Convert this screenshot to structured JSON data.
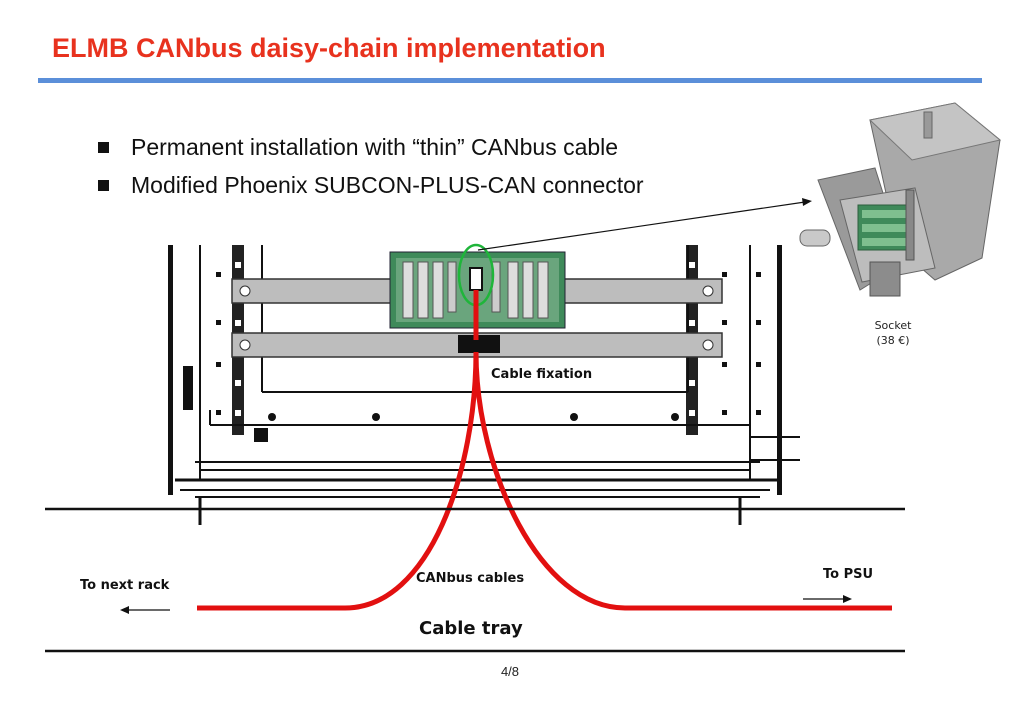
{
  "slide": {
    "title": "ELMB CANbus daisy-chain implementation",
    "page_number": "4/8"
  },
  "bullets": [
    "Permanent installation with “thin” CANbus cable",
    "Modified Phoenix SUBCON-PLUS-CAN connector"
  ],
  "socket": {
    "label": "Socket",
    "price": "(38 €)"
  },
  "diagram_labels": {
    "cable_fixation": "Cable fixation",
    "canbus_cables": "CANbus cables",
    "to_next_rack": "To next rack",
    "to_psu": "To PSU",
    "cable_tray": "Cable tray"
  },
  "colors": {
    "title": "#e8321e",
    "title_rule": "#5b8fd9",
    "cable": "#e21010",
    "rail": "#b8b8b8",
    "pcb": "#3f8a5a",
    "highlight_ring": "#1fb53a"
  }
}
